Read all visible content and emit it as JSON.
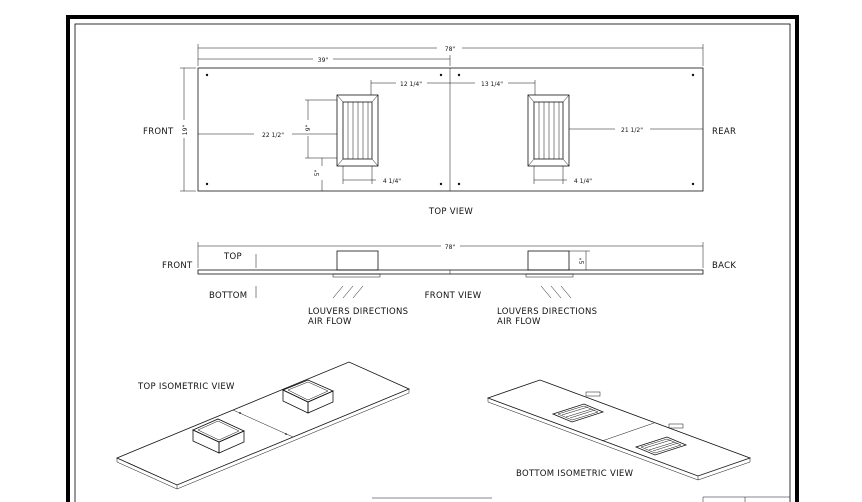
{
  "top_view": {
    "overall_width": "78\"",
    "left_span": "39\"",
    "front_to_vent": "22 1/2\"",
    "vent_to_center": "12 1/4\"",
    "center_to_vent": "13 1/4\"",
    "vent_to_rear": "21 1/2\"",
    "height": "19\"",
    "vent_height": "9\"",
    "vent_offset": "5\"",
    "vent_width_left": "4 1/4\"",
    "vent_width_right": "4 1/4\"",
    "front": "FRONT",
    "rear": "REAR",
    "title": "TOP VIEW"
  },
  "front_view": {
    "overall_width": "78\"",
    "box_height": "5\"",
    "front": "FRONT",
    "back": "BACK",
    "top": "TOP",
    "bottom": "BOTTOM",
    "title": "FRONT VIEW",
    "louver_left_line1": "LOUVERS DIRECTIONS",
    "louver_left_line2": "AIR FLOW",
    "louver_right_line1": "LOUVERS DIRECTIONS",
    "louver_right_line2": "AIR FLOW"
  },
  "iso": {
    "top_title": "TOP ISOMETRIC VIEW",
    "bottom_title": "BOTTOM ISOMETRIC VIEW"
  }
}
